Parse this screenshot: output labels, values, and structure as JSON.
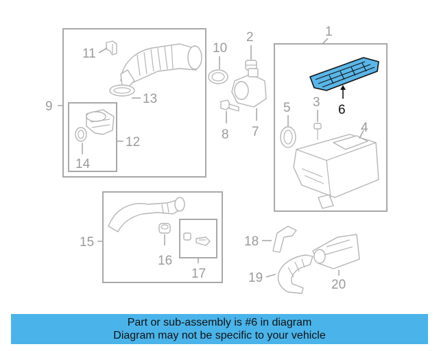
{
  "callouts": {
    "c1": "1",
    "c2": "2",
    "c3": "3",
    "c4": "4",
    "c5": "5",
    "c6": "6",
    "c7": "7",
    "c8": "8",
    "c9": "9",
    "c10": "10",
    "c11": "11",
    "c12": "12",
    "c13": "13",
    "c14": "14",
    "c15": "15",
    "c16": "16",
    "c17": "17",
    "c18": "18",
    "c19": "19",
    "c20": "20"
  },
  "highlight": {
    "part_number": "6",
    "fill_color": "#5ab6e8"
  },
  "banner": {
    "line1": "Part or sub-assembly is #6 in diagram",
    "line2": "Diagram may not be specific to your vehicle",
    "background": "#4ab4ea"
  }
}
